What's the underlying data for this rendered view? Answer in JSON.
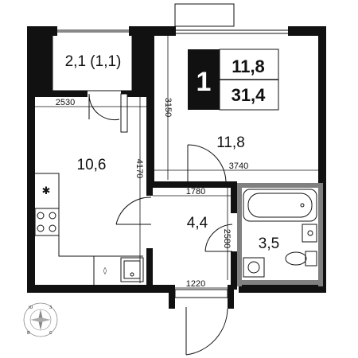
{
  "badge": {
    "rooms": "1",
    "living_area": "11,8",
    "total_area": "31,4"
  },
  "rooms": {
    "balcony": "2,1 (1,1)",
    "kitchen": "10,6",
    "living": "11,8",
    "hall": "4,4",
    "bathroom": "3,5"
  },
  "dimensions": {
    "kitchen_width": "2530",
    "living_height": "3150",
    "kitchen_height": "4170",
    "living_width": "3740",
    "hall_width": "1780",
    "hall_height": "2580",
    "entry_width": "1220"
  },
  "compass": {
    "n": "ю",
    "e": "з",
    "s": "с",
    "w": "в"
  },
  "colors": {
    "wall": "#111111",
    "badge_bg": "#111111",
    "bathroom_wall": "#808080"
  }
}
